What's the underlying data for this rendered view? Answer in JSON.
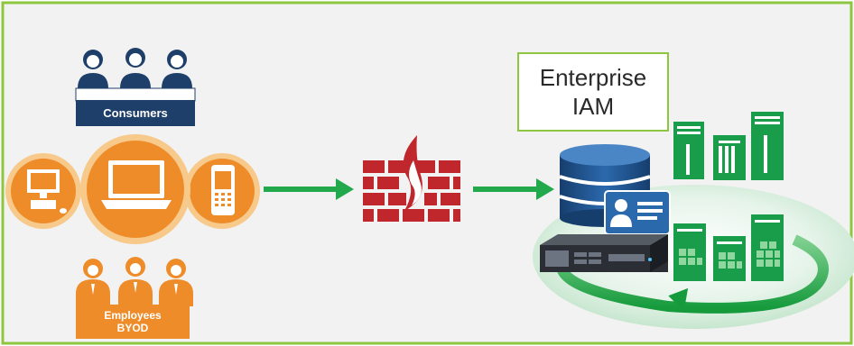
{
  "groups": {
    "consumers_label": "Consumers",
    "employees_label_line1": "Employees",
    "employees_label_line2": "BYOD"
  },
  "iam": {
    "line1": "Enterprise",
    "line2": "IAM"
  },
  "colors": {
    "border": "#8dc63f",
    "background": "#f2f2f2",
    "navy": "#1f3f6b",
    "orange": "#ee8c2a",
    "orange_light": "#f7c98a",
    "green_arrow": "#22a94b",
    "firewall_red": "#c0272d",
    "server_green": "#1a9d4a",
    "db_blue": "#1f4f86"
  },
  "icons": [
    "users-icon",
    "desktop-icon",
    "laptop-icon",
    "phone-icon",
    "firewall-icon",
    "database-icon",
    "id-card-icon",
    "server-icon",
    "rack-server-icon",
    "cycle-arrow-icon"
  ]
}
